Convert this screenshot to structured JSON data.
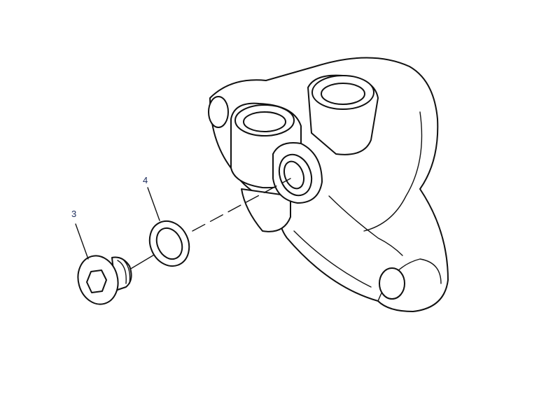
{
  "callouts": [
    {
      "label": "3",
      "part": "plug"
    },
    {
      "label": "4",
      "part": "washer"
    }
  ]
}
